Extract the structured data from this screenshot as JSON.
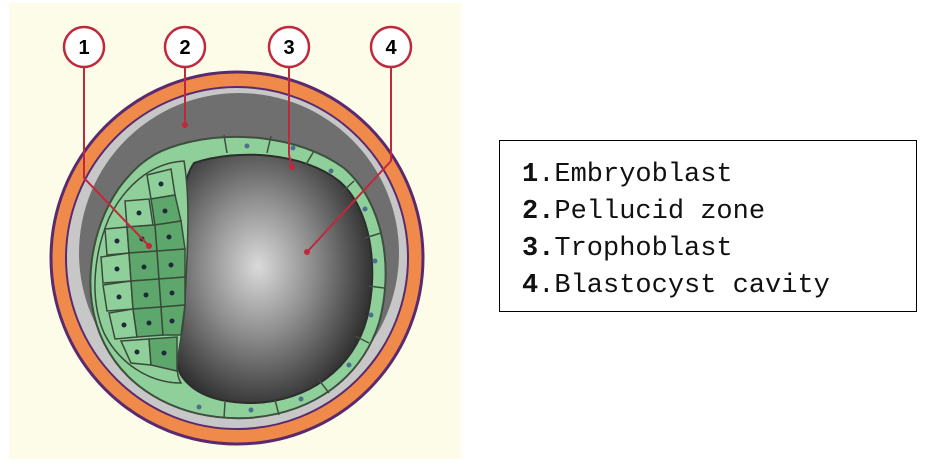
{
  "callouts": [
    "1",
    "2",
    "3",
    "4"
  ],
  "legend": [
    {
      "num": "1",
      "sep": ".",
      "label": "Embryoblast"
    },
    {
      "num": "2.",
      "sep": "",
      "label": "Pellucid zone"
    },
    {
      "num": "3.",
      "sep": "",
      "label": "Trophoblast"
    },
    {
      "num": "4",
      "sep": ".",
      "label": "Blastocyst cavity"
    }
  ],
  "colors": {
    "background": "#fdfce9",
    "zona": "#f08a4b",
    "outline": "#5a2a6e",
    "cell": "#8fcf9a",
    "cell_dark": "#5ea76c",
    "callout": "#c0283c"
  }
}
